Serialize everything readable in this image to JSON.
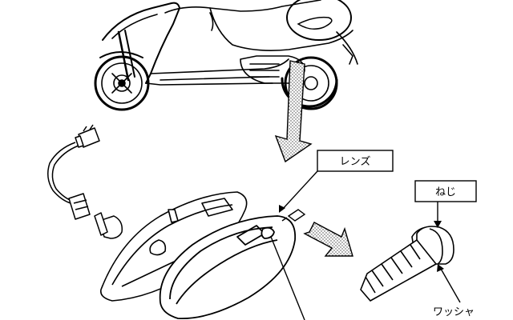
{
  "labels": {
    "lens": "レンズ",
    "screw": "ねじ",
    "washer": "ワッシャ"
  },
  "colors": {
    "line": "#000000",
    "background": "#ffffff",
    "stipple": "#555555"
  }
}
